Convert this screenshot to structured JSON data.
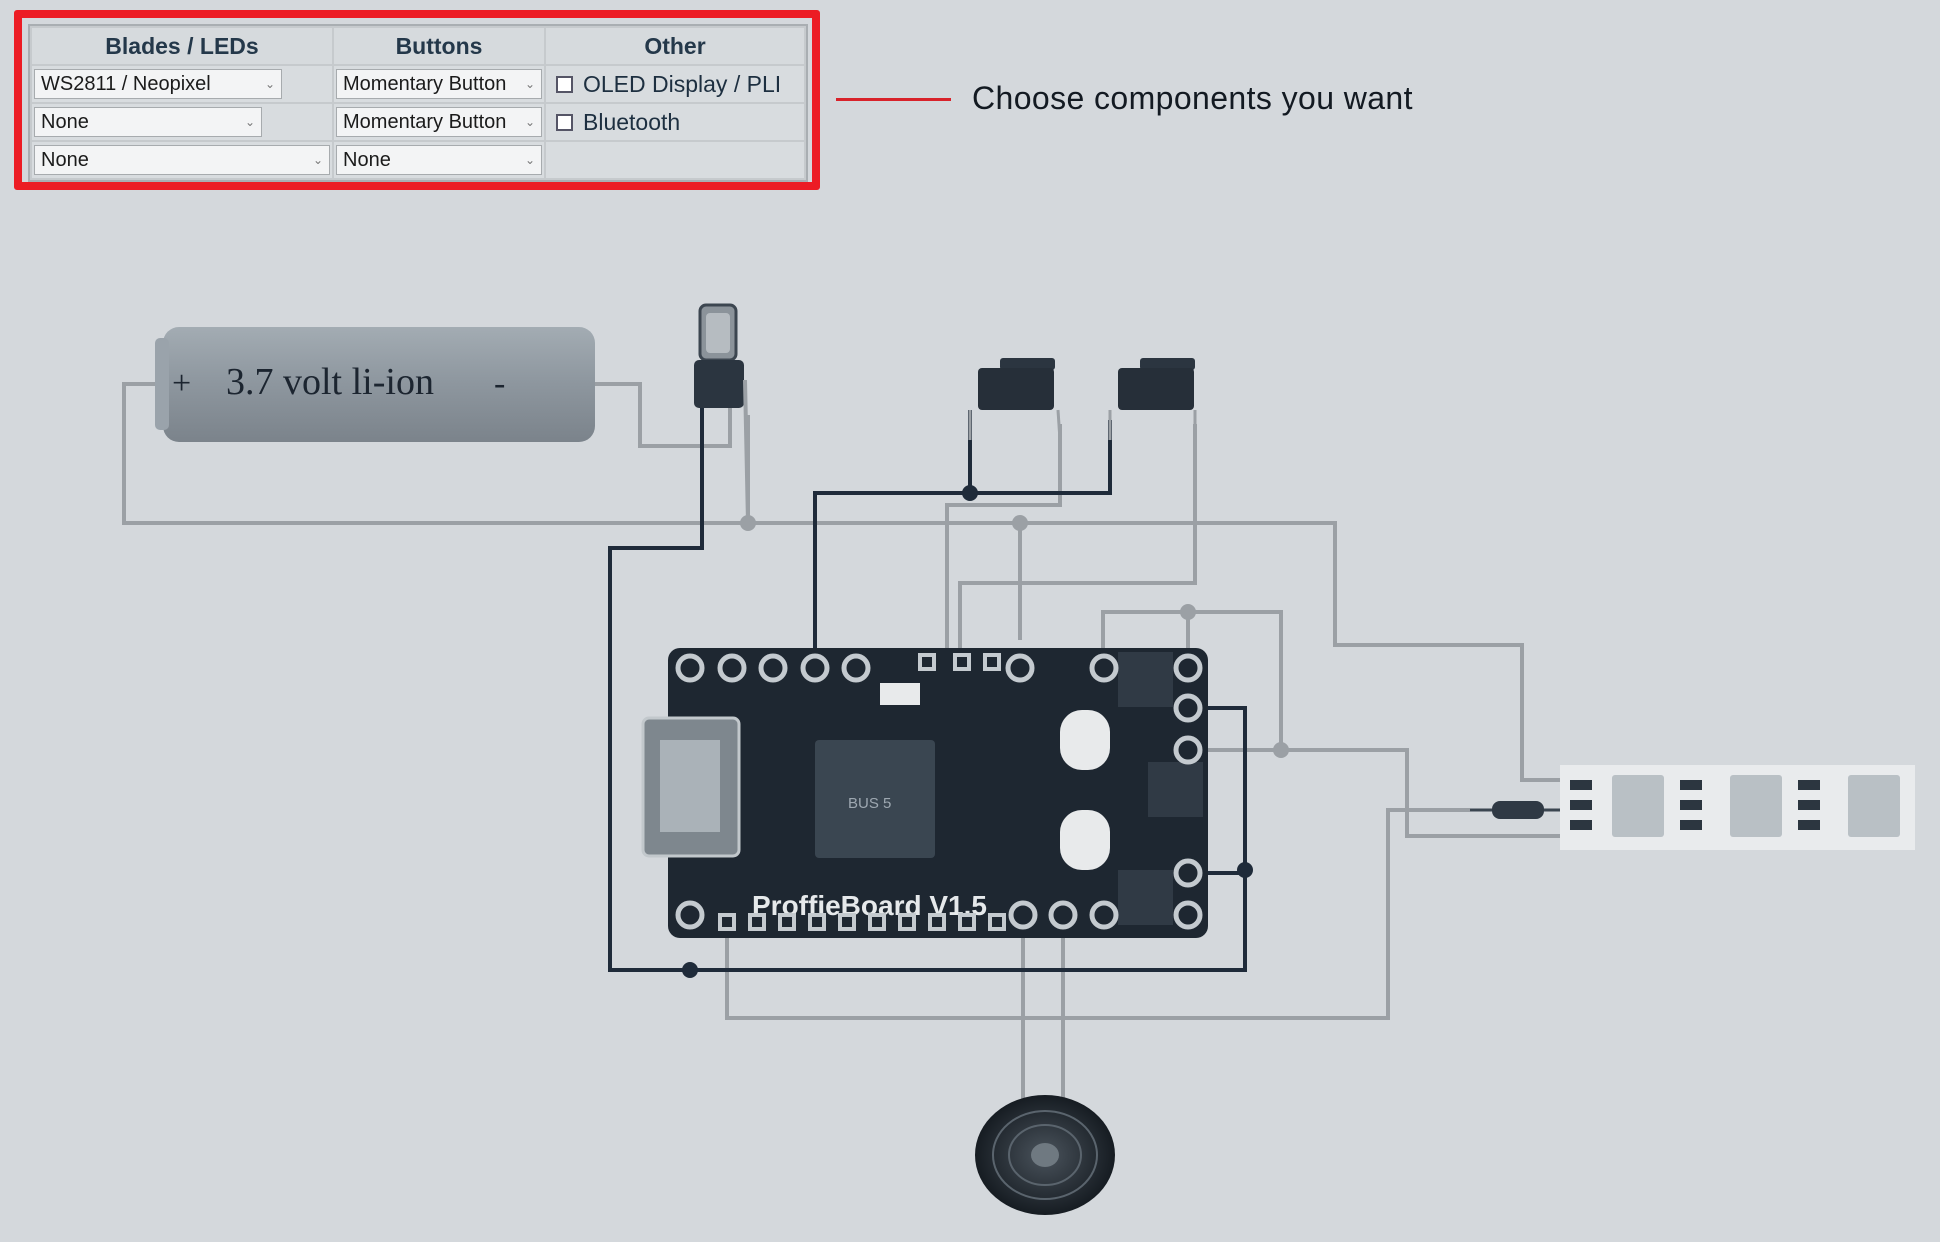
{
  "config_table": {
    "headers": [
      "Blades / LEDs",
      "Buttons",
      "Other"
    ],
    "blades": [
      "WS2811 / Neopixel",
      "None",
      "None"
    ],
    "buttons": [
      "Momentary Button",
      "Momentary Button",
      "None"
    ],
    "other": [
      "OLED Display / PLI",
      "Bluetooth"
    ]
  },
  "callout": {
    "text": "Choose components you want"
  },
  "diagram": {
    "battery_label": "3.7 volt li-ion",
    "battery_plus": "+",
    "battery_minus": "-",
    "board_label": "ProffieBoard V1.5",
    "chip_label": "BUS 5"
  },
  "colors": {
    "highlight": "#ec1c24",
    "wire_dark": "#1f2b3a",
    "wire_light": "#9ba0a5",
    "board": "#1e2731"
  }
}
